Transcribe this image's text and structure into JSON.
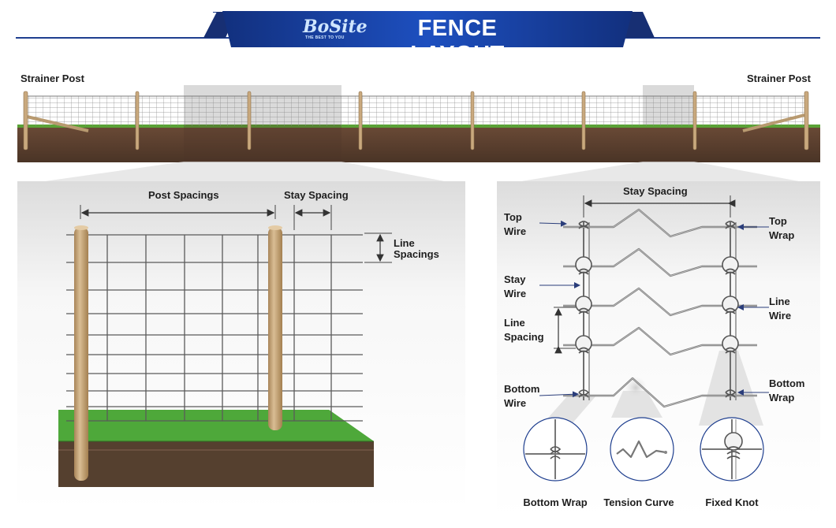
{
  "banner": {
    "title": "FENCE LAYOUT",
    "logo": "BoSite",
    "logo_tagline": "THE BEST TO YOU"
  },
  "overview": {
    "left_post_label": "Strainer Post",
    "right_post_label": "Strainer Post"
  },
  "left_panel": {
    "post_spacings": "Post Spacings",
    "stay_spacing": "Stay Spacing",
    "line_spacings_1": "Line",
    "line_spacings_2": "Spacings"
  },
  "right_panel": {
    "stay_spacing": "Stay Spacing",
    "top_wire": [
      "Top",
      "Wire"
    ],
    "top_wrap": [
      "Top",
      "Wrap"
    ],
    "stay_wire": [
      "Stay",
      "Wire"
    ],
    "line_wire": [
      "Line",
      "Wire"
    ],
    "line_spacing": [
      "Line",
      "Spacing"
    ],
    "bottom_wire": [
      "Bottom",
      "Wire"
    ],
    "bottom_wrap": [
      "Bottom",
      "Wrap"
    ]
  },
  "details": [
    {
      "label": "Bottom Wrap",
      "icon": "bottom-wrap-icon"
    },
    {
      "label": "Tension Curve",
      "icon": "tension-curve-icon"
    },
    {
      "label": "Fixed Knot",
      "icon": "fixed-knot-icon"
    }
  ],
  "colors": {
    "banner": "#1b3e9c",
    "grass": "#5aa236",
    "soil": "#5a4030",
    "post": "#c9a97e",
    "wire": "#6e6e6e"
  }
}
